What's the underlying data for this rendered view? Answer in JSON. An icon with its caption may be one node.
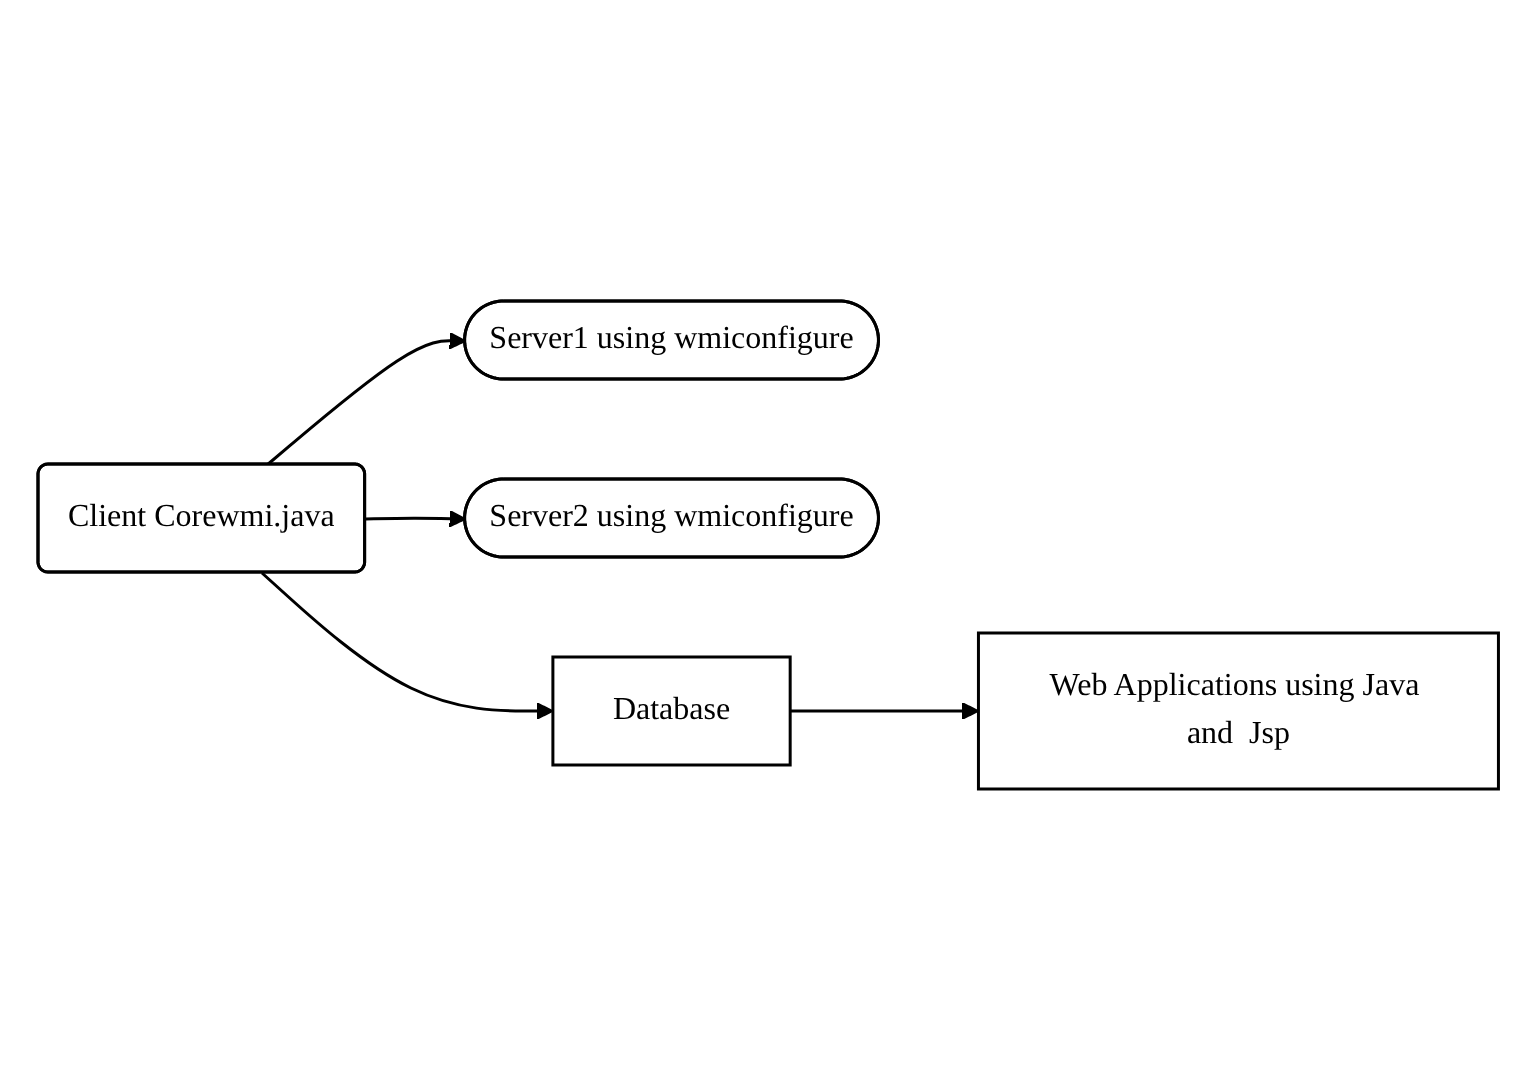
{
  "diagram": {
    "nodes": [
      {
        "text": [
          "Client Corewmi.java"
        ]
      },
      {
        "text": [
          "Server1 using wmiconfigure"
        ]
      },
      {
        "text": [
          "Server2 using wmiconfigure"
        ]
      },
      {
        "text": [
          "Database"
        ]
      },
      {
        "text": [
          "Web Applications using Java and  Jsp"
        ]
      }
    ],
    "edges": [
      {
        "from": 0,
        "to": 1,
        "arrow": "to"
      },
      {
        "from": 0,
        "to": 2,
        "arrow": "to"
      },
      {
        "from": 0,
        "to": 3,
        "arrow": "to"
      },
      {
        "from": 3,
        "to": 4,
        "arrow": "to"
      }
    ]
  }
}
